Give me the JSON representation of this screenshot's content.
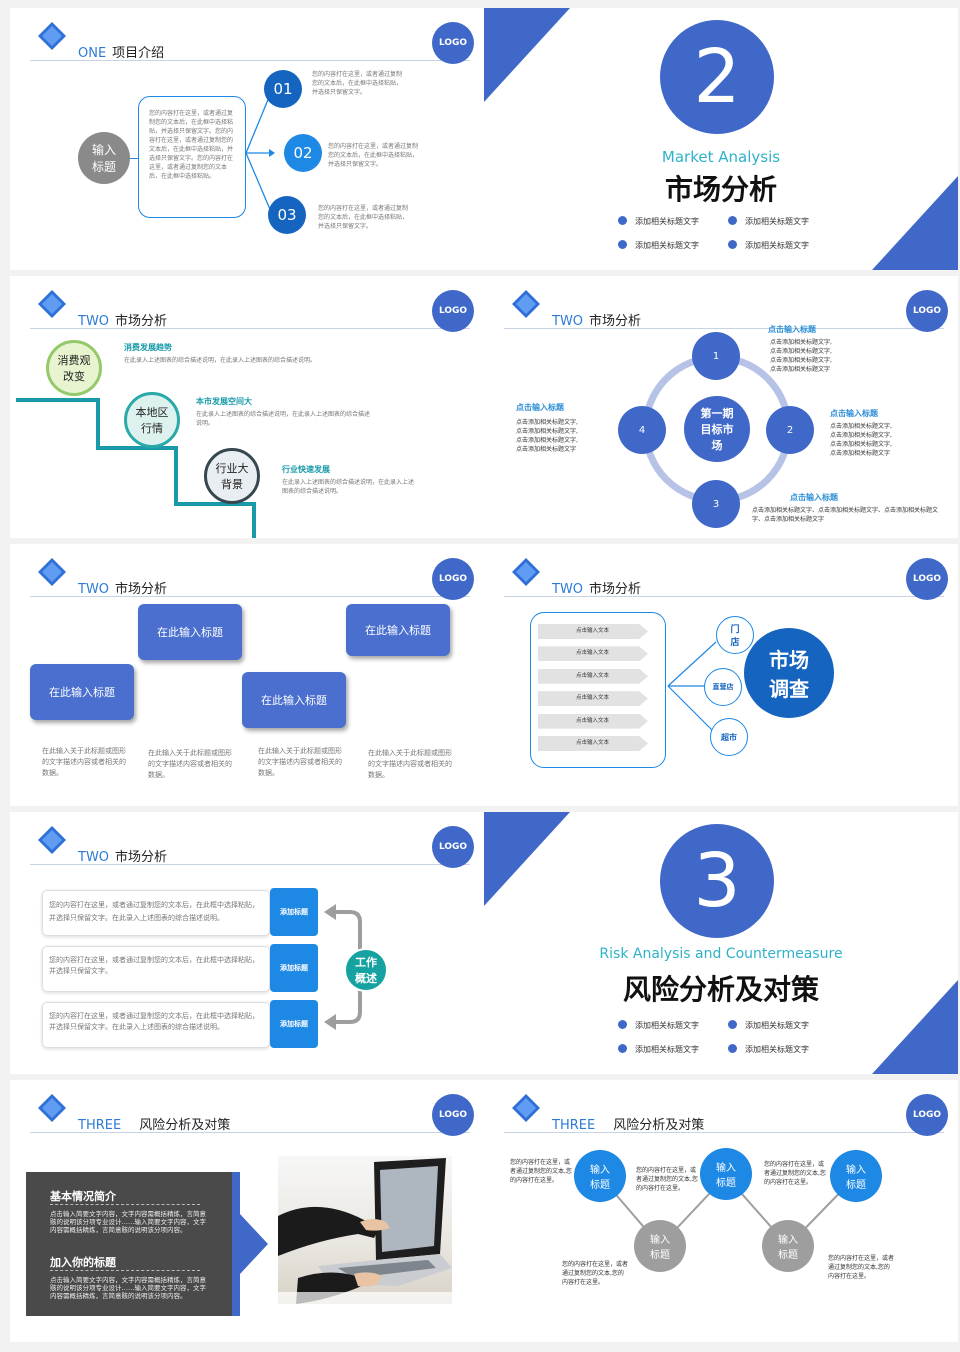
{
  "logo": "LOGO",
  "s1": {
    "header_en": "ONE",
    "header_cn": "项目介绍",
    "left_circle": "输入\n标题",
    "box_text": "您的内容打在这里，或者通过复制您的文本后，在此框中选择粘贴，并选择只保留文字。您的内容打在这里，或者通过复制您的文本后，在此框中选择粘贴，并选择只保留文字。您的内容打在这里，或者通过复制您的文本后，在此框中选择粘贴。",
    "items": [
      {
        "num": "01",
        "text": "您的内容打在这里，或者通过复制您的文本后，在此框中选择粘贴，并选择只保留文字。"
      },
      {
        "num": "02",
        "text": "您的内容打在这里，或者通过复制您的文本后，在此框中选择粘贴，并选择只保留文字。"
      },
      {
        "num": "03",
        "text": "您的内容打在这里，或者通过复制您的文本后，在此框中选择粘贴，并选择只保留文字。"
      }
    ]
  },
  "s2": {
    "number": "2",
    "en": "Market  Analysis",
    "cn": "市场分析",
    "bullets": [
      "添加相关标题文字",
      "添加相关标题文字",
      "添加相关标题文字",
      "添加相关标题文字"
    ]
  },
  "s3": {
    "header_en": "TWO",
    "header_cn": "市场分析",
    "steps": [
      {
        "circle": "消费观\n改变",
        "title": "消费发展趋势",
        "text": "在此录入上述图表的综合描述说明，在此录入上述图表的综合描述说明。"
      },
      {
        "circle": "本地区\n行情",
        "title": "本市发展空间大",
        "text": "在此录入上述图表的综合描述说明，在此录入上述图表的综合描述说明。"
      },
      {
        "circle": "行业大\n背景",
        "title": "行业快速发展",
        "text": "在此录入上述图表的综合描述说明，在此录入上述图表的综合描述说明。"
      }
    ]
  },
  "s4": {
    "header_en": "TWO",
    "header_cn": "市场分析",
    "center": "第一期\n目标市\n场",
    "nodes": [
      "1",
      "2",
      "3",
      "4"
    ],
    "labels": [
      {
        "title": "点击输入标题",
        "text": "点击添加相关标题文字,\n点击添加相关标题文字,\n点击添加相关标题文字,\n点击添加相关标题文字"
      },
      {
        "title": "点击输入标题",
        "text": "点击添加相关标题文字,\n点击添加相关标题文字,\n点击添加相关标题文字,\n点击添加相关标题文字"
      },
      {
        "title": "点击输入标题",
        "text": "点击添加相关标题文字、点击添加相关标题文字、点击添加相关标题文字、点击添加相关标题文字"
      },
      {
        "title": "点击输入标题",
        "text": "点击添加相关标题文字,\n点击添加相关标题文字,\n点击添加相关标题文字,\n点击添加相关标题文字"
      }
    ]
  },
  "s5": {
    "header_en": "TWO",
    "header_cn": "市场分析",
    "boxes": [
      "在此输入标题",
      "在此输入标题",
      "在此输入标题",
      "在此输入标题"
    ],
    "texts": [
      "在此输入关于此标题或图形的文字描述内容或者相关的数据。",
      "在此输入关于此标题或图形的文字描述内容或者相关的数据。",
      "在此输入关于此标题或图形的文字描述内容或者相关的数据。",
      "在此输入关于此标题或图形的文字描述内容或者相关的数据。"
    ]
  },
  "s6": {
    "header_en": "TWO",
    "header_cn": "市场分析",
    "rows": [
      "点击输入文本",
      "点击输入文本",
      "点击输入文本",
      "点击输入文本",
      "点击输入文本",
      "点击输入文本"
    ],
    "small_circles": [
      "门\n店",
      "直营店",
      "超市"
    ],
    "big": "市场\n调查"
  },
  "s7": {
    "header_en": "TWO",
    "header_cn": "市场分析",
    "rows": [
      {
        "text": "您的内容打在这里，或者通过复制您的文本后，在此框中选择粘贴，并选择只保留文字。在此录入上述图表的综合描述说明。",
        "tag": "添加标题"
      },
      {
        "text": "您的内容打在这里，或者通过复制您的文本后，在此框中选择粘贴，并选择只保留文字。",
        "tag": "添加标题"
      },
      {
        "text": "您的内容打在这里，或者通过复制您的文本后，在此框中选择粘贴，并选择只保留文字。在此录入上述图表的综合描述说明。",
        "tag": "添加标题"
      }
    ],
    "circle": "工作\n概述"
  },
  "s8": {
    "number": "3",
    "en": "Risk  Analysis  and  Countermeasure",
    "cn": "风险分析及对策",
    "bullets": [
      "添加相关标题文字",
      "添加相关标题文字",
      "添加相关标题文字",
      "添加相关标题文字"
    ]
  },
  "s9": {
    "header_en": "THREE",
    "header_cn": "风险分析及对策",
    "title1": "基本情况简介",
    "text1": "点击输入简要文字内容，文字内容需概括精炼，言简意赅的说明该分项专业设计……输入简要文字内容，文字内容需概括精炼，言简意赅的说明该分项内容。",
    "title2": "加入你的标题",
    "text2": "点击输入简要文字内容，文字内容需概括精炼，言简意赅的说明该分项专业设计……输入简要文字内容，文字内容需概括精炼，言简意赅的说明该分项内容。"
  },
  "s10": {
    "header_en": "THREE",
    "header_cn": "风险分析及对策",
    "top_circles": [
      "输入\n标题",
      "输入\n标题",
      "输入\n标题"
    ],
    "bottom_circles": [
      "输入\n标题",
      "输入\n标题"
    ],
    "text": "您的内容打在这里，或者通过复制您的文本,您的内容打在这里。"
  }
}
